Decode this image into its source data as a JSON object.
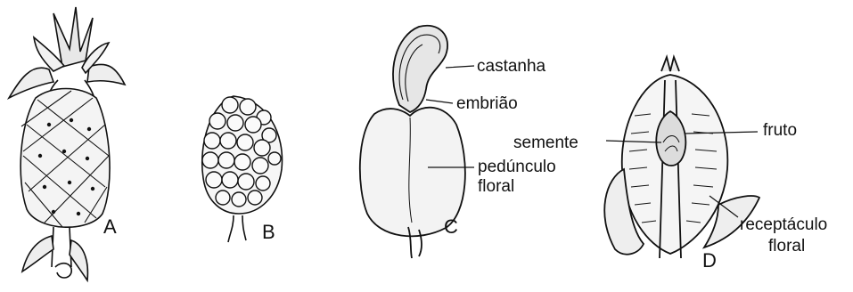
{
  "colors": {
    "ink": "#111111",
    "paper": "#ffffff",
    "shade": "#d8d8d8"
  },
  "panels": {
    "a": {
      "letter": "A"
    },
    "b": {
      "letter": "B"
    },
    "c": {
      "letter": "C",
      "labels": {
        "castanha": "castanha",
        "embriao": "embrião",
        "peduncle_line1": "pedúnculo",
        "peduncle_line2": "floral"
      }
    },
    "d": {
      "letter": "D",
      "labels": {
        "semente": "semente",
        "fruto": "fruto",
        "receptacle_line1": "receptáculo",
        "receptacle_line2": "floral"
      }
    }
  }
}
